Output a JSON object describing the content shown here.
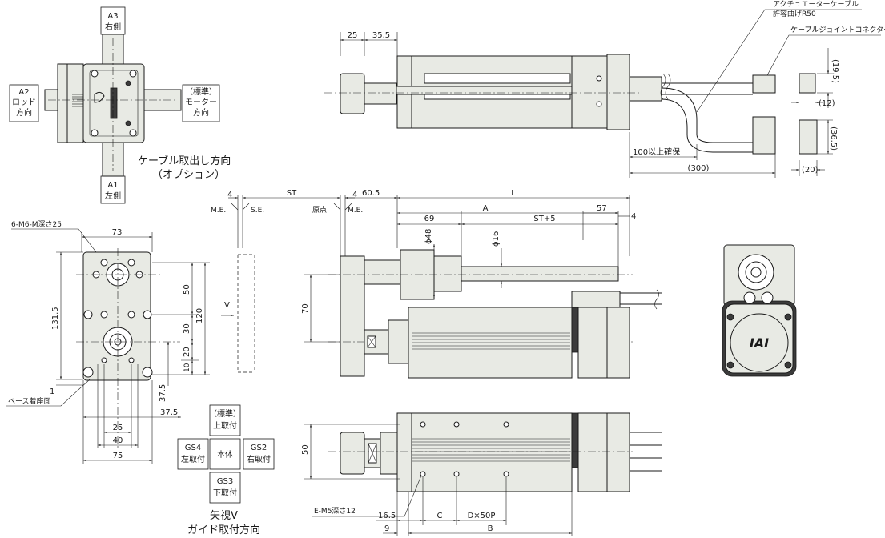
{
  "directions": {
    "a3_code": "A3",
    "a3_side": "右側",
    "a1_code": "A1",
    "a1_side": "左側",
    "a2_code": "A2",
    "a2_l1": "ロッド",
    "a2_l2": "方向",
    "motor_l1": "（標準）",
    "motor_l2": "モーター",
    "motor_l3": "方向",
    "cable_exit_title": "ケーブル取出し方向",
    "cable_exit_option": "（オプション）"
  },
  "callouts": {
    "actuator_cable_l1": "アクチュエーターケーブル",
    "actuator_cable_l2": "許容曲げR50",
    "cable_joint_connector": "ケーブルジョイントコネクター",
    "tap_holes_top": "6-M6-M深さ25",
    "base_mount_face": "ベース着座面",
    "tap_holes_bottom": "E-M5深さ12"
  },
  "labels": {
    "me_left": "M.E.",
    "se": "S.E.",
    "origin": "原点",
    "me_right": "M.E.",
    "v_arrow": "V",
    "view_v": "矢視V",
    "guide_mount_dir": "ガイド取付方向",
    "iai_logo": "IAI"
  },
  "dims": {
    "d25_top": "25",
    "d35_5": "35.5",
    "d19_5": "(19.5)",
    "d12": "(12)",
    "d36_5": "(36.5)",
    "d20": "(20)",
    "d100": "100以上確保",
    "d300": "(300)",
    "d4_me": "4",
    "st": "ST",
    "d4_origin": "4",
    "d60_5": "60.5",
    "l": "L",
    "a": "A",
    "d69": "69",
    "st5": "ST+5",
    "d57": "57",
    "d4_right": "4",
    "phi48": "ϕ48",
    "phi16": "ϕ16",
    "d70": "70",
    "d73": "73",
    "d131_5": "131.5",
    "d50_v": "50",
    "d120": "120",
    "d30": "30",
    "d20_v": "20",
    "d10": "10",
    "d1": "1",
    "d37_5_v": "37.5",
    "d37_5_h": "37.5",
    "d25_b": "25",
    "d40": "40",
    "d75": "75",
    "d50_bottom": "50",
    "d16_5": "16.5",
    "c": "C",
    "dx50p": "D×50P",
    "d9": "9",
    "b": "B"
  },
  "guide_mount": {
    "top_l1": "（標準）",
    "top_l2": "上取付",
    "left_l1": "GS4",
    "left_l2": "左取付",
    "center": "本体",
    "right_l1": "GS2",
    "right_l2": "右取付",
    "bottom_l1": "GS3",
    "bottom_l2": "下取付"
  }
}
